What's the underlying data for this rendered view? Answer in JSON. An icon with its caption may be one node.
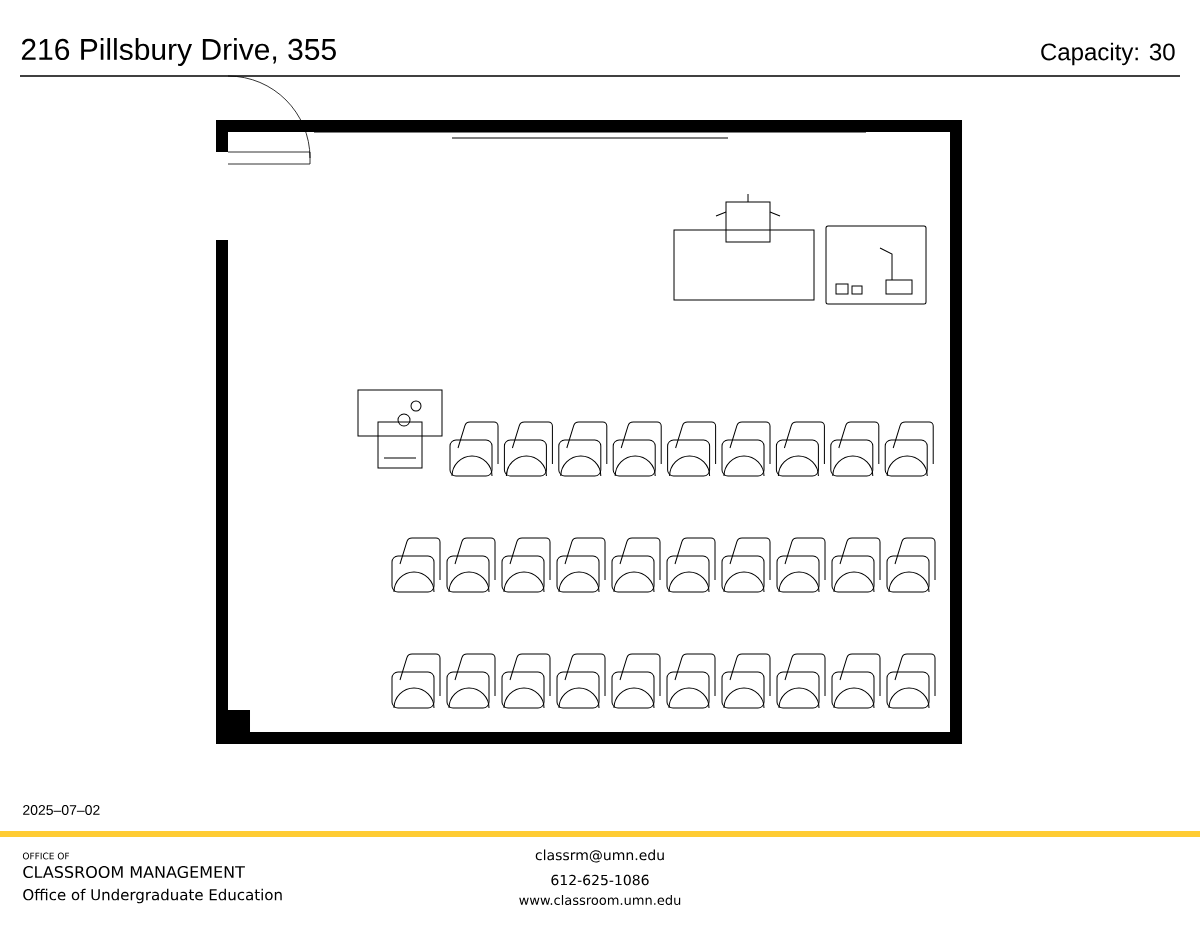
{
  "diagram": {
    "title": "216 Pillsbury Drive, 355",
    "labels": [
      "Capacity: 30",
      "2025–07–02",
      "OFFICE OF",
      "CLASSROOM MANAGEMENT",
      "Office of Undergraduate Education",
      "classrm@umn.edu",
      "612-625-1086",
      "www.classroom.umn.edu"
    ]
  }
}
